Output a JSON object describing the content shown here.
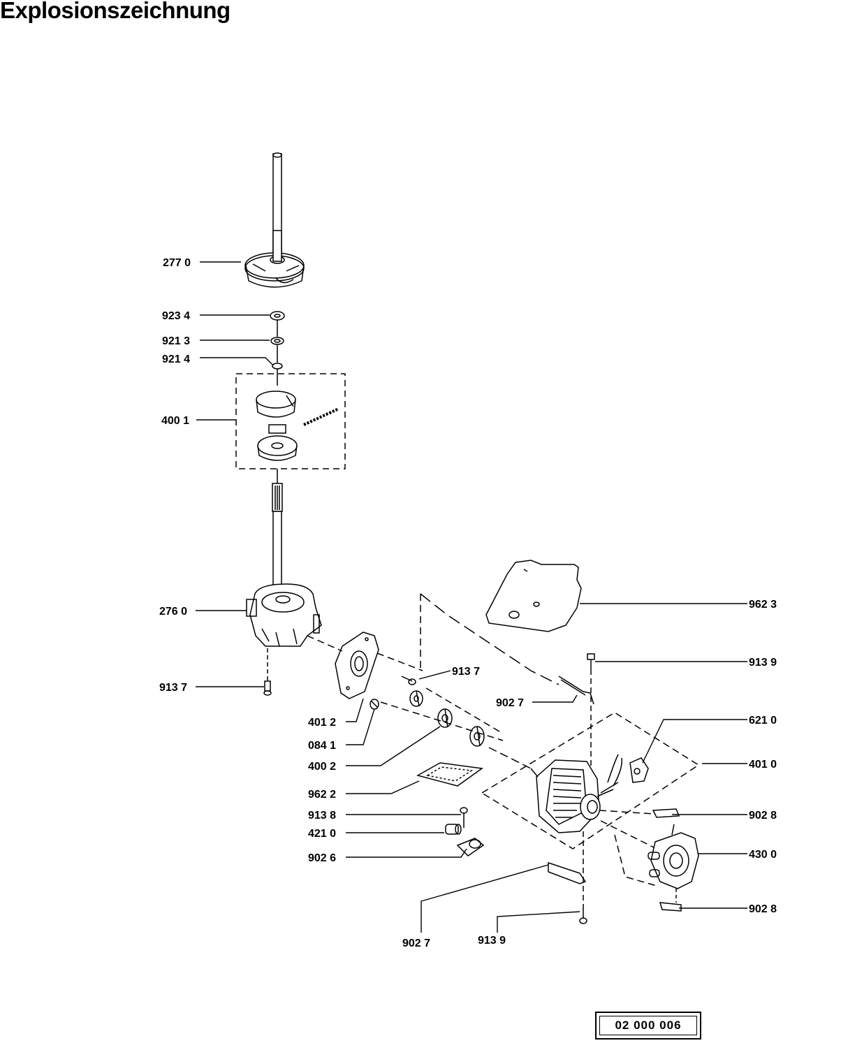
{
  "page": {
    "title": "Explosionszeichnung",
    "drawing_number": "02  000  006"
  },
  "parts": [
    {
      "id": "p2770",
      "label": "277 0"
    },
    {
      "id": "p9234",
      "label": "923 4"
    },
    {
      "id": "p9213",
      "label": "921 3"
    },
    {
      "id": "p9214",
      "label": "921 4"
    },
    {
      "id": "p4001",
      "label": "400 1"
    },
    {
      "id": "p2760",
      "label": "276 0"
    },
    {
      "id": "p9137a",
      "label": "913 7"
    },
    {
      "id": "p9137b",
      "label": "913 7"
    },
    {
      "id": "p4012",
      "label": "401 2"
    },
    {
      "id": "p0841",
      "label": "084 1"
    },
    {
      "id": "p4002",
      "label": "400 2"
    },
    {
      "id": "p9622",
      "label": "962 2"
    },
    {
      "id": "p9138",
      "label": "913 8"
    },
    {
      "id": "p4210",
      "label": "421 0"
    },
    {
      "id": "p9026",
      "label": "902 6"
    },
    {
      "id": "p9623",
      "label": "962 3"
    },
    {
      "id": "p9139a",
      "label": "913 9"
    },
    {
      "id": "p9027a",
      "label": "902 7"
    },
    {
      "id": "p6210",
      "label": "621 0"
    },
    {
      "id": "p4010",
      "label": "401 0"
    },
    {
      "id": "p9028a",
      "label": "902 8"
    },
    {
      "id": "p4300",
      "label": "430 0"
    },
    {
      "id": "p9028b",
      "label": "902 8"
    },
    {
      "id": "p9027b",
      "label": "902 7"
    },
    {
      "id": "p9139b",
      "label": "913 9"
    }
  ]
}
